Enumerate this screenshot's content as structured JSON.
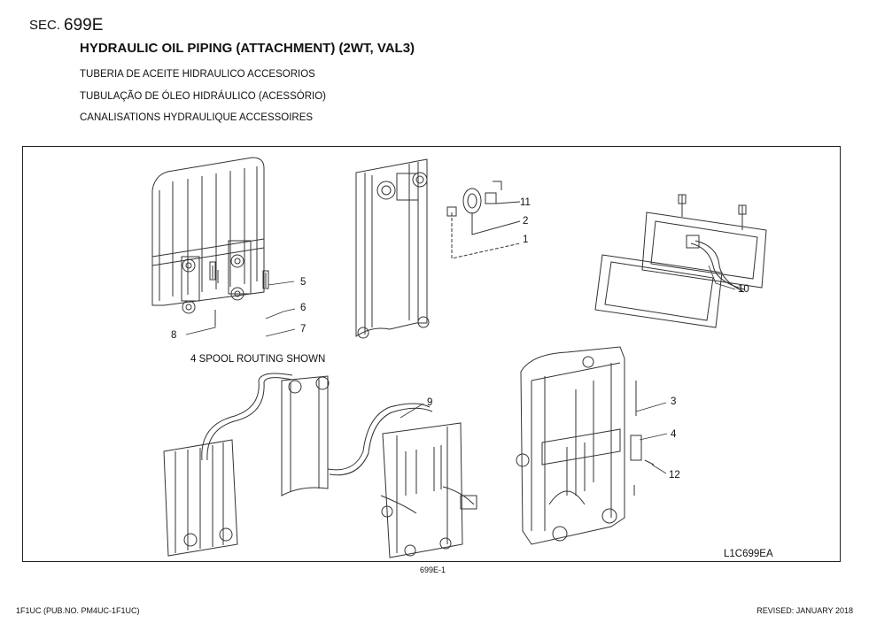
{
  "header": {
    "sec_label": "SEC.",
    "sec_code": "699E",
    "title": "HYDRAULIC OIL PIPING (ATTACHMENT) (2WT, VAL3)",
    "subtitles": [
      "TUBERIA DE ACEITE HIDRAULICO ACCESORIOS",
      "TUBULAÇÃO DE ÓLEO HIDRÁULICO (ACESSÓRIO)",
      "CANALISATIONS HYDRAULIQUE ACCESSOIRES"
    ]
  },
  "figure": {
    "routing_note": "4 SPOOL ROUTING SHOWN",
    "figure_code": "L1C699EA",
    "callouts": [
      "1",
      "2",
      "3",
      "4",
      "5",
      "6",
      "7",
      "8",
      "9",
      "10",
      "11",
      "12"
    ]
  },
  "page_number": "699E-1",
  "footer": {
    "left": "1F1UC (PUB.NO. PM4UC-1F1UC)",
    "right": "REVISED: JANUARY 2018"
  }
}
